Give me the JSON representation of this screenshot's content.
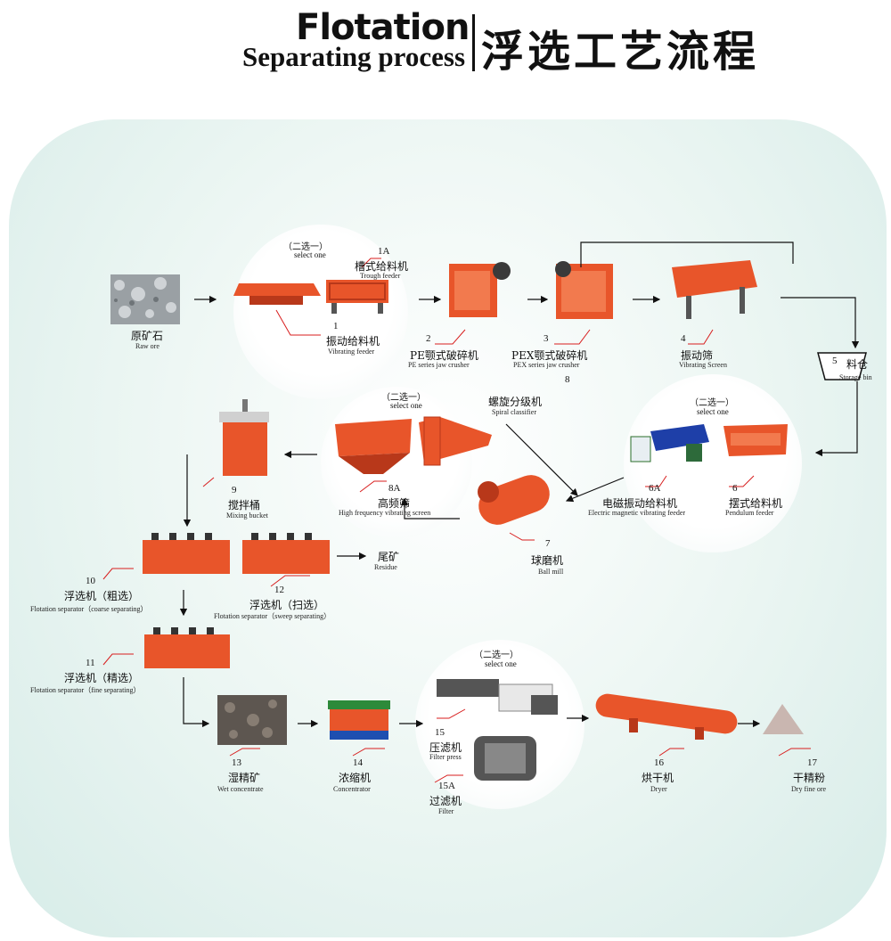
{
  "title": {
    "en_line1": "Flotation",
    "en_line2": "Separating process",
    "cn": "浮选工艺流程"
  },
  "select_one": {
    "cn": "（二选一）",
    "en": "select one"
  },
  "steps": {
    "raw_ore": {
      "cn": "原矿石",
      "en": "Raw ore"
    },
    "s1": {
      "num": "1",
      "cn": "振动给料机",
      "en": "Vibrating feeder"
    },
    "s1a": {
      "num": "1A",
      "cn": "槽式给料机",
      "en": "Trough feeder"
    },
    "s2": {
      "num": "2",
      "cn": "PE颚式破碎机",
      "en": "PE series jaw crusher"
    },
    "s3": {
      "num": "3",
      "cn": "PEX颚式破碎机",
      "en": "PEX series jaw crusher"
    },
    "s4": {
      "num": "4",
      "cn": "振动筛",
      "en": "Vibrating Screen"
    },
    "s5": {
      "num": "5",
      "cn": "料仓",
      "en": "Storage bin"
    },
    "s6": {
      "num": "6",
      "cn": "摆式给料机",
      "en": "Pendulum feeder"
    },
    "s6a": {
      "num": "6A",
      "cn": "电磁振动给料机",
      "en": "Electric magnetic vibrating feeder"
    },
    "s7": {
      "num": "7",
      "cn": "球磨机",
      "en": "Ball mill"
    },
    "s8": {
      "num": "8",
      "cn": "螺旋分级机",
      "en": "Spiral classifier"
    },
    "s8a": {
      "num": "8A",
      "cn": "高频筛",
      "en": "High frequency vibrating screen"
    },
    "s9": {
      "num": "9",
      "cn": "搅拌桶",
      "en": "Mixing bucket"
    },
    "s10": {
      "num": "10",
      "cn": "浮选机（粗选）",
      "en": "Flotation separator（coarse separating）"
    },
    "s11": {
      "num": "11",
      "cn": "浮选机（精选）",
      "en": "Flotation separator（fine separating）"
    },
    "s12": {
      "num": "12",
      "cn": "浮选机（扫选）",
      "en": "Flotation separator（sweep separating）"
    },
    "residue": {
      "cn": "尾矿",
      "en": "Residue"
    },
    "s13": {
      "num": "13",
      "cn": "湿精矿",
      "en": "Wet concentrate"
    },
    "s14": {
      "num": "14",
      "cn": "浓缩机",
      "en": "Concentrator"
    },
    "s15": {
      "num": "15",
      "cn": "压滤机",
      "en": "Filter press"
    },
    "s15a": {
      "num": "15A",
      "cn": "过滤机",
      "en": "Filter"
    },
    "s16": {
      "num": "16",
      "cn": "烘干机",
      "en": "Dryer"
    },
    "s17": {
      "num": "17",
      "cn": "干精粉",
      "en": "Dry fine ore"
    }
  },
  "colors": {
    "machine": "#e8552a",
    "machine_dark": "#b8381a",
    "leader": "#d81e1e",
    "arrow": "#111111",
    "ore": "#8a8f94"
  }
}
